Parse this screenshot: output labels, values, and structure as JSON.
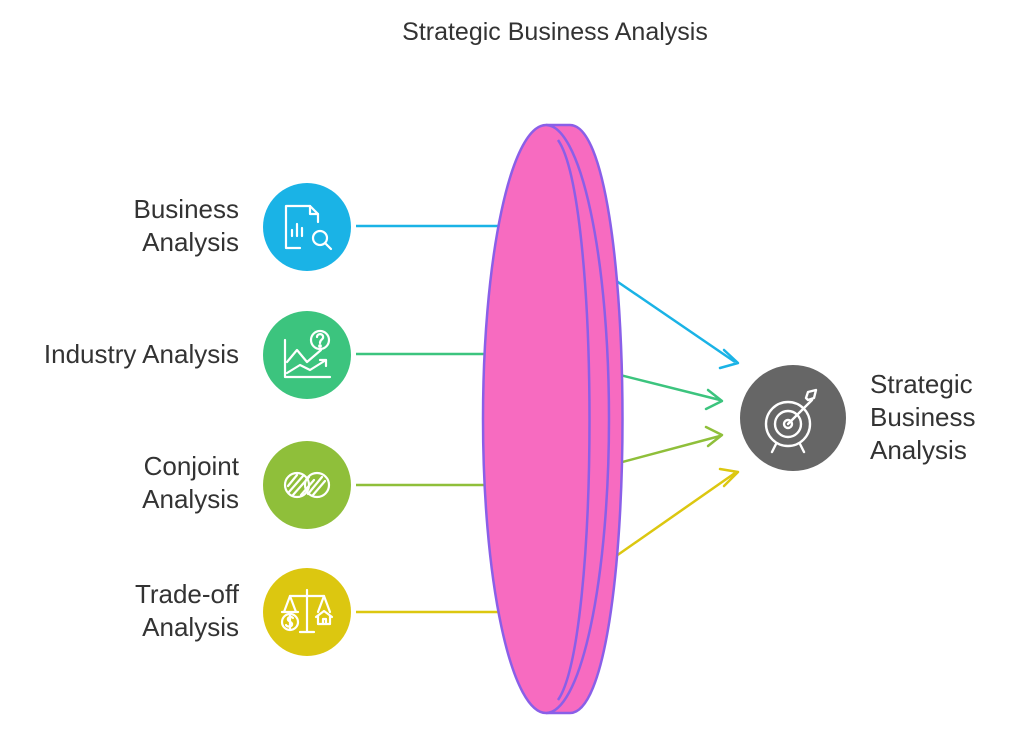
{
  "title": "Strategic Business Analysis",
  "inputs": [
    {
      "label_lines": [
        "Business",
        "Analysis"
      ],
      "color": "#1ab3e6",
      "icon": "document-search-icon"
    },
    {
      "label_lines": [
        "Industry Analysis"
      ],
      "color": "#3cc47e",
      "icon": "growth-chart-question-icon"
    },
    {
      "label_lines": [
        "Conjoint",
        "Analysis"
      ],
      "color": "#8fbf3a",
      "icon": "overlapping-circles-icon"
    },
    {
      "label_lines": [
        "Trade-off",
        "Analysis"
      ],
      "color": "#dcc710",
      "icon": "balance-scale-icon"
    }
  ],
  "output": {
    "label_lines": [
      "Strategic",
      "Business",
      "Analysis"
    ],
    "color": "#666666",
    "icon": "target-icon"
  },
  "lens": {
    "fill": "#f76bc0",
    "stroke": "#8a5fe8"
  }
}
